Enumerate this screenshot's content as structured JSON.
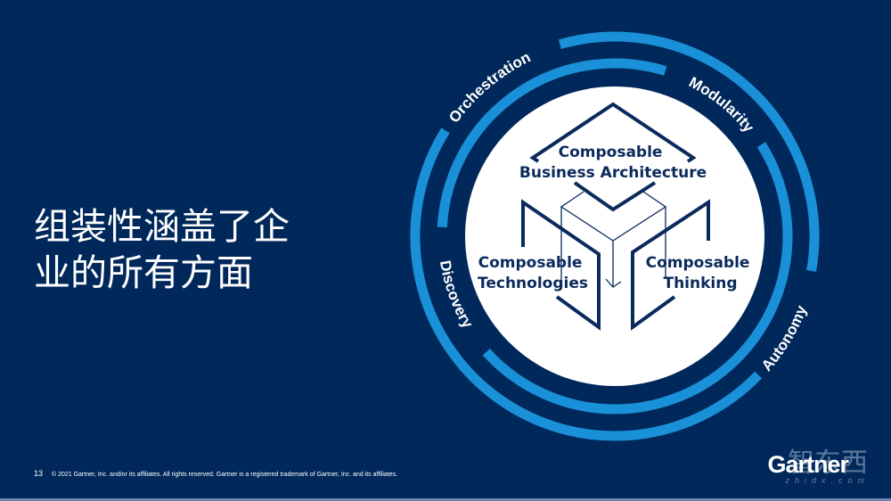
{
  "slide": {
    "title_lines": [
      "组装性涵盖了企",
      "业的所有方面"
    ],
    "page_number": "13",
    "copyright": "© 2021 Gartner, Inc. and/or its affiliates. All rights reserved. Gartner is a registered trademark of Gartner, Inc. and its affiliates.",
    "logo": "Gartner",
    "watermark": "智东西",
    "watermark_url": "zhidx.com"
  },
  "diagram": {
    "ring_labels": {
      "orchestration": "Orchestration",
      "modularity": "Modularity",
      "autonomy": "Autonomy",
      "discovery": "Discovery"
    },
    "center": {
      "top": [
        "Composable",
        "Business Architecture"
      ],
      "left": [
        "Composable",
        "Technologies"
      ],
      "right": [
        "Composable",
        "Thinking"
      ]
    }
  },
  "colors": {
    "background": "#00285a",
    "ring": "#1a90d8",
    "circle": "#ffffff",
    "ink": "#0b2a5c"
  }
}
